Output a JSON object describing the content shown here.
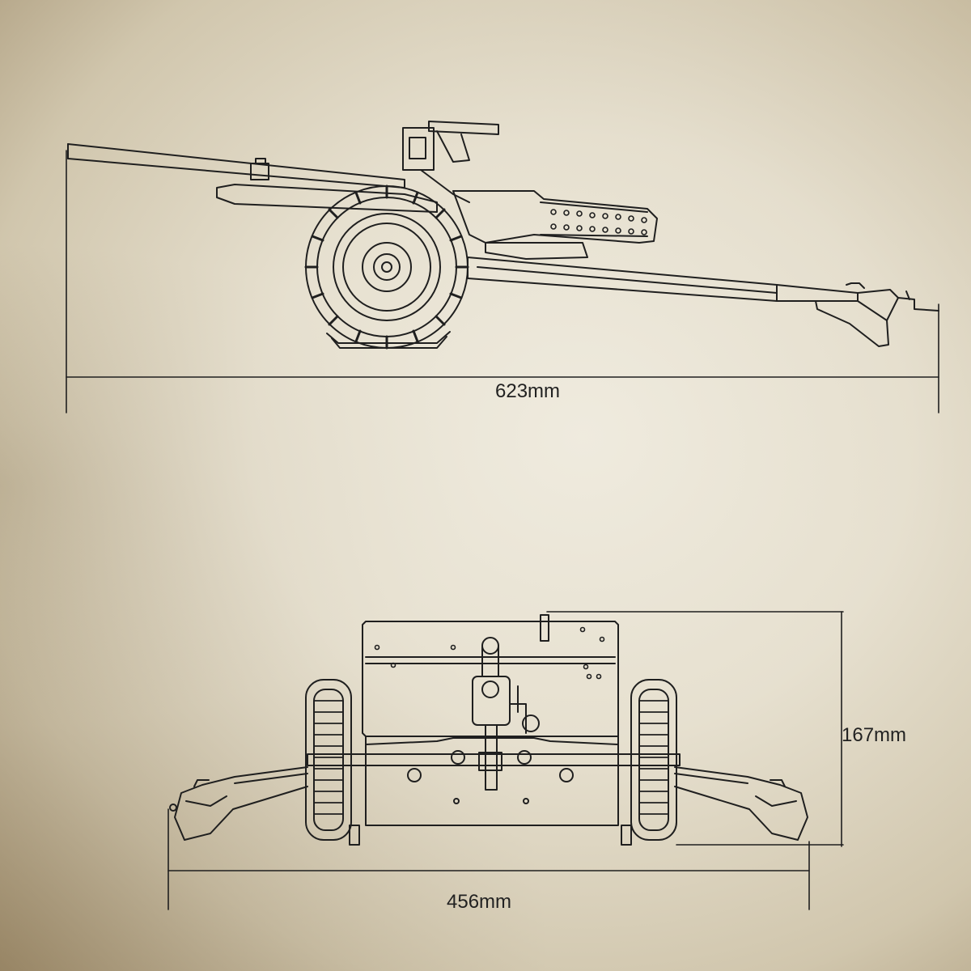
{
  "dimensions": {
    "side_length": "623mm",
    "height": "167mm",
    "width": "456mm"
  },
  "colors": {
    "ink": "#1f1f1f",
    "paper": "#e8e2d2"
  }
}
